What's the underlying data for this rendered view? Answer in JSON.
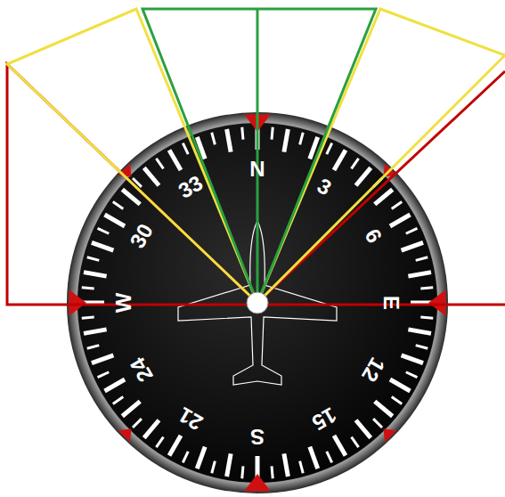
{
  "diagram": {
    "labels": [
      "N",
      "3",
      "6",
      "E",
      "12",
      "15",
      "S",
      "21",
      "24",
      "W",
      "30",
      "33"
    ]
  }
}
